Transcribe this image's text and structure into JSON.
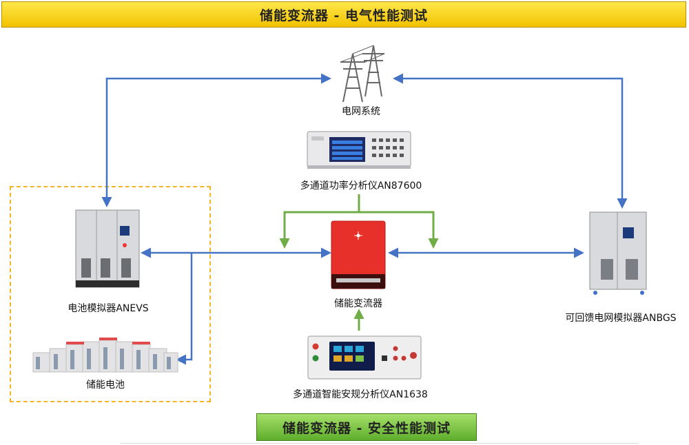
{
  "banners": {
    "top": "储能变流器 - 电气性能测试",
    "bottom": "储能变流器 - 安全性能测试"
  },
  "nodes": {
    "grid": "电网系统",
    "power_analyzer": "多通道功率分析仪AN87600",
    "battery_simulator": "电池模拟器ANEVS",
    "pcs": "储能变流器",
    "grid_simulator": "可回馈电网模拟器ANBGS",
    "battery": "储能电池",
    "safety_analyzer": "多通道智能安规分析仪AN1638"
  },
  "colors": {
    "blue_arrow": "#4472c4",
    "green_arrow": "#70ad47",
    "top_banner": "#f2c200",
    "bottom_banner": "#70ad47",
    "dashed_box": "#f3b429",
    "pcs_body": "#e8302a"
  },
  "icons": {
    "grid": "power-tower-icon",
    "power_analyzer": "power-analyzer-device-icon",
    "battery_simulator": "cabinet-device-icon",
    "pcs": "inverter-device-icon",
    "grid_simulator": "cabinet-device-icon",
    "battery": "battery-rack-icon",
    "safety_analyzer": "safety-tester-device-icon"
  }
}
